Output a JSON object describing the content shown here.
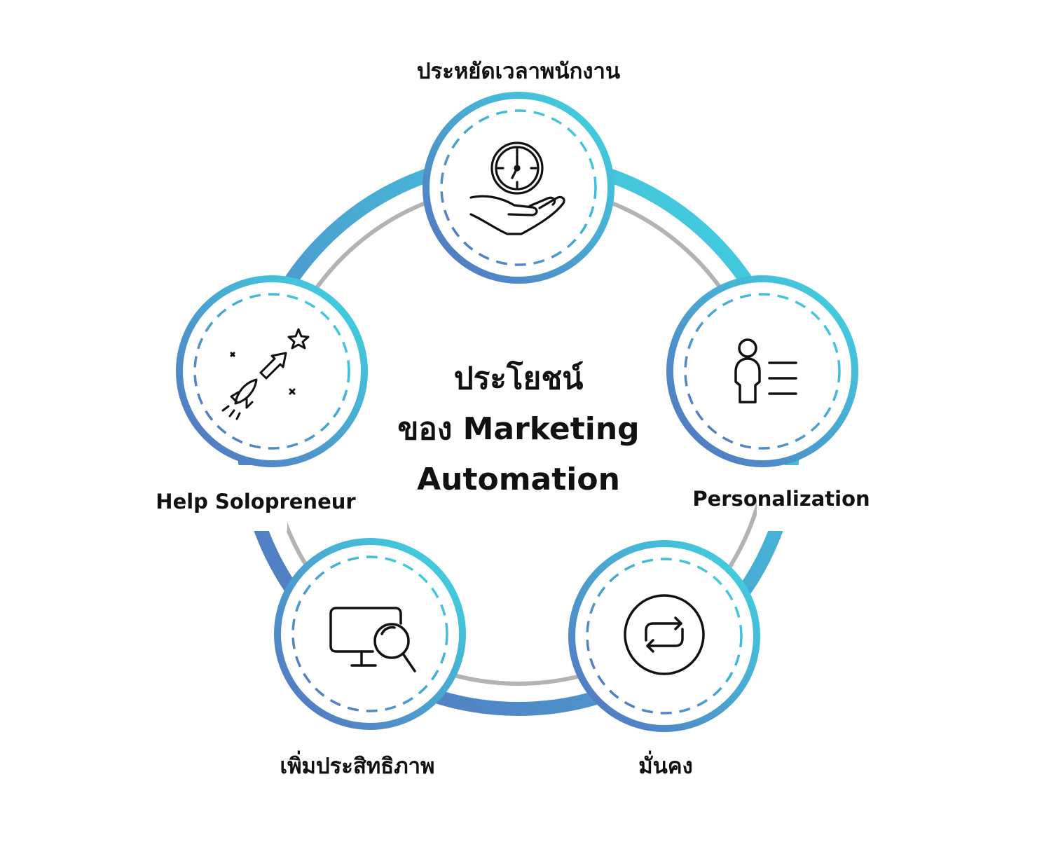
{
  "diagram": {
    "center_title": {
      "line1": "ประโยชน์",
      "line2": "ของ Marketing",
      "line3": "Automation"
    },
    "nodes": [
      {
        "id": "top",
        "label": "ประหยัดเวลาพนักงาน",
        "icon": "clock-in-hand-icon"
      },
      {
        "id": "right",
        "label": "Personalization",
        "icon": "user-list-icon"
      },
      {
        "id": "bottom-right",
        "label": "มั่นคง",
        "icon": "repeat-arrows-icon"
      },
      {
        "id": "bottom-left",
        "label": "เพิ่มประสิทธิภาพ",
        "icon": "monitor-search-icon"
      },
      {
        "id": "left",
        "label": "Help Solopreneur",
        "icon": "rocket-star-icon"
      }
    ],
    "colors": {
      "gradient_start": "#3fd8e2",
      "gradient_end": "#5570bf",
      "inner_ring": "#b3b3b3",
      "text": "#111111",
      "icon_stroke": "#111111"
    }
  }
}
